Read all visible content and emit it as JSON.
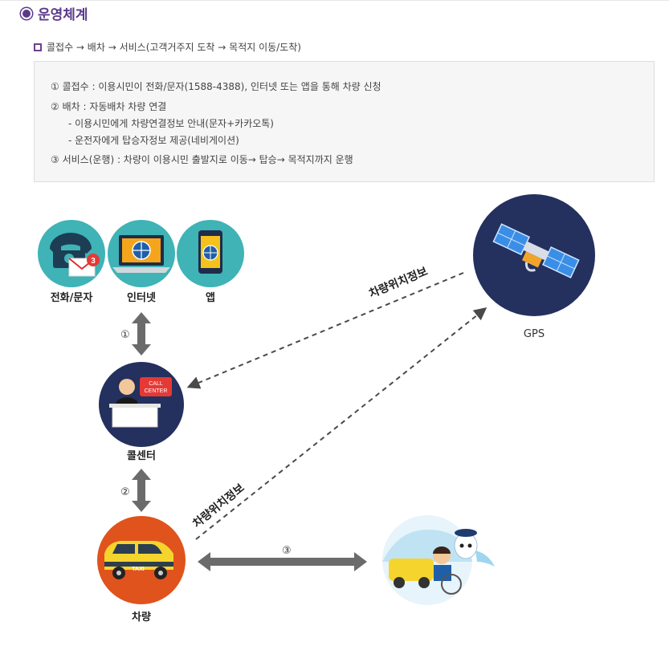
{
  "header": {
    "title": "운영체계",
    "subtitle": "콜접수 → 배차 → 서비스(고객거주지 도착 → 목적지 이동/도착)"
  },
  "info_lines": [
    "① 콜접수 : 이용시민이 전화/문자(1588-4388), 인터넷 또는 앱을 통해 차량 신청",
    "② 배차 : 자동배차 차량 연결",
    "- 이용시민에게 차량연결정보 안내(문자+카카오톡)",
    "- 운전자에게 탑승자정보 제공(네비게이션)",
    "③ 서비스(운행) : 차량이 이용시민 출발지로 이동→ 탑승→ 목적지까지 운행"
  ],
  "nodes": {
    "phone": "전화/문자",
    "internet": "인터넷",
    "app": "앱",
    "gps": "GPS",
    "callcenter": "콜센터",
    "vehicle": "차량"
  },
  "badges": {
    "message_count": "3",
    "call_sign_line1": "CALL",
    "call_sign_line2": "CENTER",
    "taxi": "TAXI"
  },
  "edges": {
    "step1": "①",
    "step2": "②",
    "step3": "③",
    "location_info_upper": "차량위치정보",
    "location_info_lower": "차량위치정보"
  },
  "colors": {
    "accent": "#5b3a8c",
    "teal": "#3fb3b6",
    "navy": "#24305e",
    "orange": "#e0531d",
    "arrow": "#6b6b6b"
  }
}
